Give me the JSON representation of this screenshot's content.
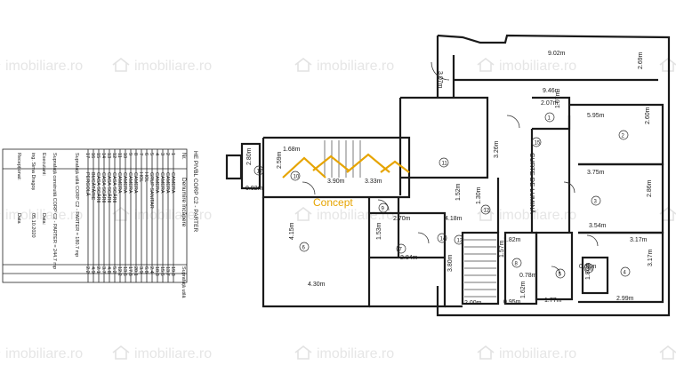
{
  "watermark": {
    "text": "imobiliare.ro",
    "icon": "house-icon"
  },
  "logo": {
    "text": "Concept",
    "color": "#e6a400"
  },
  "legend": {
    "title": "Denumire încăpere",
    "header_sub": "HE PIVBL CORP C2 - PARTER",
    "nr_header": "Nr.",
    "surface_header": "Suprafață utilă",
    "rows": [
      [
        "1",
        "CAMERA",
        "19.3"
      ],
      [
        "2",
        "CAMERA",
        "13.7"
      ],
      [
        "3",
        "CAMERA",
        "15.5"
      ],
      [
        "4",
        "CAMERA",
        "18.3"
      ],
      [
        "5",
        "GRUP SANITAR",
        "2.4"
      ],
      [
        "6",
        "HOL",
        "6.8"
      ],
      [
        "7",
        "HOL",
        "3.9"
      ],
      [
        "8",
        "CAMERA",
        "20.1"
      ],
      [
        "9",
        "CAMERA",
        "17.8"
      ],
      [
        "10",
        "CAMERA",
        "13.6"
      ],
      [
        "11",
        "CAMERA",
        "12.2"
      ],
      [
        "12",
        "CASA SCĂRII",
        "5.2"
      ],
      [
        "13",
        "CASA SCĂRII",
        "4.8"
      ],
      [
        "14",
        "CASA SCĂRII",
        "3.7"
      ],
      [
        "15",
        "CASA SCĂRII",
        "2.1"
      ],
      [
        "16",
        "BUCĂTĂRIE",
        "4.9"
      ],
      [
        "17",
        "PERGOLĂ",
        "2.2"
      ]
    ],
    "total_label": "Suprafață utilă CORP C2 - PARTER = 180.7 mp",
    "footer": [
      "Suprafață construită CORP C2 - PARTER = 244.7 mp",
      "Executant:",
      "ing. Sima Dragoș",
      "Recepționat:"
    ],
    "date_label": "Data:",
    "date": "05.10.2020",
    "signature": "Data"
  },
  "plan": {
    "courtyard": "CURTE DE LUMINĂ",
    "dims": [
      "9.02m",
      "2.69m",
      "3.07m",
      "9.46m",
      "2.07m",
      "1.07m",
      "5.95m",
      "2.60m",
      "1.68m",
      "2.59m",
      "2.80m",
      "0.92m",
      "3.90m",
      "3.33m",
      "3.26m",
      "3.75m",
      "2.86m",
      "3.54m",
      "3.17m",
      "4.15m",
      "1.52m",
      "1.30m",
      "4.18m",
      "2.70m",
      "1.53m",
      "2.84m",
      "1.82m",
      "1.57m",
      "0.68m",
      "0.78m",
      "1.62m",
      "1.86m",
      "1.77m",
      "3.17m",
      "2.99m",
      "2.00m",
      "0.95m",
      "4.30m",
      "3.80m"
    ],
    "rooms": [
      "1",
      "2",
      "3",
      "4",
      "5",
      "6",
      "7",
      "8",
      "9",
      "10",
      "11",
      "12",
      "13",
      "14",
      "15",
      "16",
      "17"
    ]
  }
}
